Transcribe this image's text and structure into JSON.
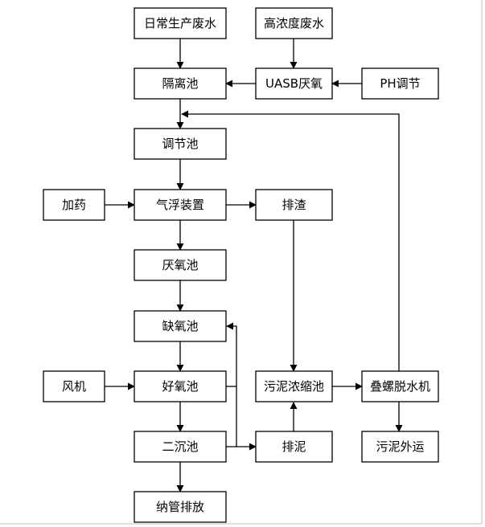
{
  "nodes": {
    "daily_wastewater": "日常生产废水",
    "high_conc_wastewater": "高浓度废水",
    "isolation_tank": "隔离池",
    "uasb": "UASB厌氧",
    "ph_adjust": "PH调节",
    "equalization_tank": "调节池",
    "dosing": "加药",
    "air_flotation": "气浮装置",
    "slag_discharge": "排渣",
    "anaerobic_tank": "厌氧池",
    "anoxic_tank": "缺氧池",
    "blower": "风机",
    "aerobic_tank": "好氧池",
    "sludge_thickener": "污泥浓缩池",
    "screw_press": "叠螺脱水机",
    "secondary_clarifier": "二沉池",
    "sludge_discharge": "排泥",
    "sludge_outbound": "污泥外运",
    "sewer_discharge": "纳管排放"
  }
}
